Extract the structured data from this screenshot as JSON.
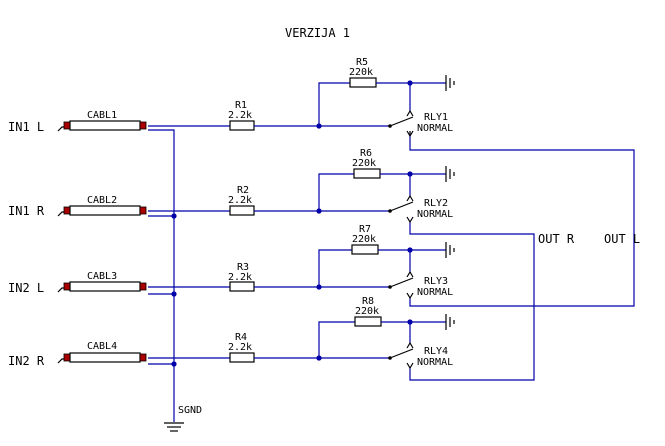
{
  "title": "VERZIJA 1",
  "inputs": [
    {
      "label": "IN1 L",
      "cable": "CABL1",
      "resistor": {
        "ref": "R1",
        "value": "2.2k"
      },
      "pulldown": {
        "ref": "R5",
        "value": "220k"
      },
      "relay": {
        "ref": "RLY1",
        "state": "NORMAL"
      }
    },
    {
      "label": "IN1 R",
      "cable": "CABL2",
      "resistor": {
        "ref": "R2",
        "value": "2.2k"
      },
      "pulldown": {
        "ref": "R6",
        "value": "220k"
      },
      "relay": {
        "ref": "RLY2",
        "state": "NORMAL"
      }
    },
    {
      "label": "IN2 L",
      "cable": "CABL3",
      "resistor": {
        "ref": "R3",
        "value": "2.2k"
      },
      "pulldown": {
        "ref": "R7",
        "value": "220k"
      },
      "relay": {
        "ref": "RLY3",
        "state": "NORMAL"
      }
    },
    {
      "label": "IN2 R",
      "cable": "CABL4",
      "resistor": {
        "ref": "R4",
        "value": "2.2k"
      },
      "pulldown": {
        "ref": "R8",
        "value": "220k"
      },
      "relay": {
        "ref": "RLY4",
        "state": "NORMAL"
      }
    }
  ],
  "outputs": {
    "right": "OUT R",
    "left": "OUT L"
  },
  "ground_label": "SGND",
  "colors": {
    "wire": "#0000aa",
    "component": "#000000",
    "connector": "#aa0000",
    "background": "#ffffff"
  }
}
